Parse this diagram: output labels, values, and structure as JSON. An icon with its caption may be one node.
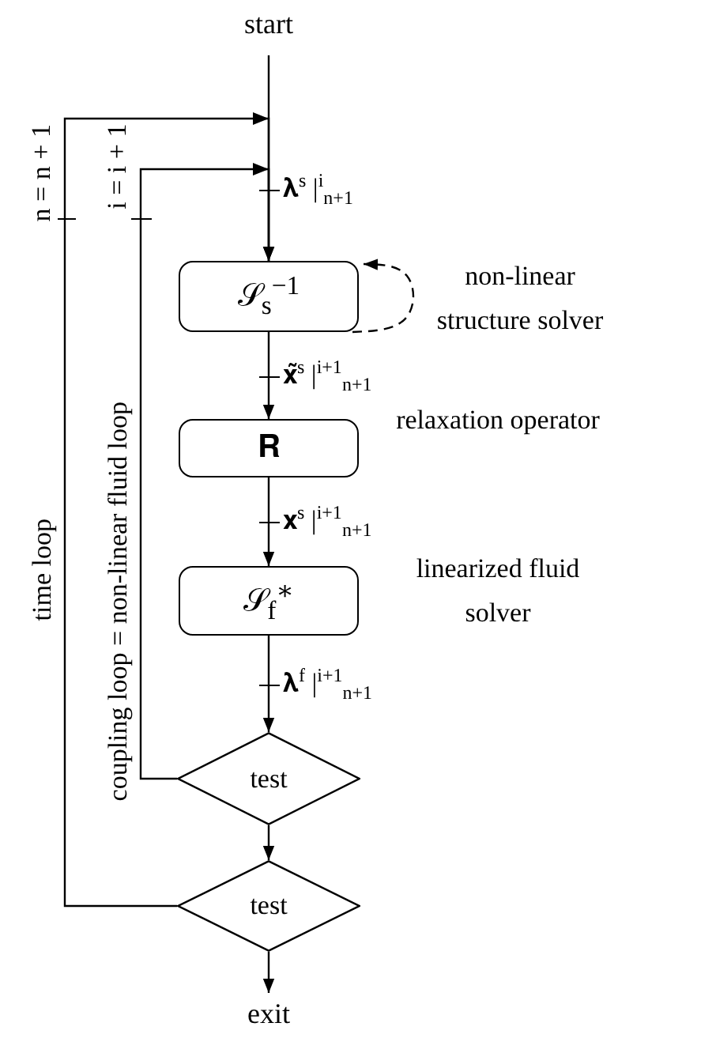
{
  "diagram": {
    "nodes": [
      {
        "text": [
          "start"
        ]
      },
      {
        "text": [
          "𝒮$_{s}$$^{−1}$"
        ],
        "beside": [
          "non-linear structure solver"
        ]
      },
      {
        "text": [
          "𝐑"
        ],
        "beside": [
          "relaxation operator"
        ]
      },
      {
        "text": [
          "𝒮$_{f}$$^{∗}$"
        ],
        "beside": [
          "linearized fluid solver"
        ]
      },
      {
        "text": [
          "test"
        ]
      },
      {
        "text": [
          "test"
        ]
      },
      {
        "text": [
          "exit"
        ]
      }
    ],
    "edges": [
      {
        "from": 0,
        "to": 1,
        "arrow": "to",
        "label": "𝛌$^{s}$ |$^{i}$$_{n+1}$"
      },
      {
        "from": 1,
        "to": 2,
        "arrow": "to",
        "label": "𝐱̃$^{s}$ |$^{i+1}$$_{n+1}$"
      },
      {
        "from": 2,
        "to": 3,
        "arrow": "to",
        "label": "𝐱$^{s}$ |$^{i+1}$$_{n+1}$"
      },
      {
        "from": 3,
        "to": 4,
        "arrow": "to",
        "label": "𝛌$^{f}$ |$^{i+1}$$_{n+1}$"
      },
      {
        "from": 4,
        "to": 5,
        "arrow": "to"
      },
      {
        "from": 5,
        "to": 6,
        "arrow": "to"
      },
      {
        "from": 4,
        "to": 1,
        "arrow": "to"
      },
      {
        "from": 5,
        "to": 1,
        "arrow": "to"
      },
      {
        "from": 1,
        "to": 1,
        "arrow": "to",
        "style": "dashed"
      }
    ],
    "labels": [
      "n = n + 1",
      "time loop",
      "i = i + 1",
      "coupling loop = non-linear fluid loop"
    ]
  }
}
